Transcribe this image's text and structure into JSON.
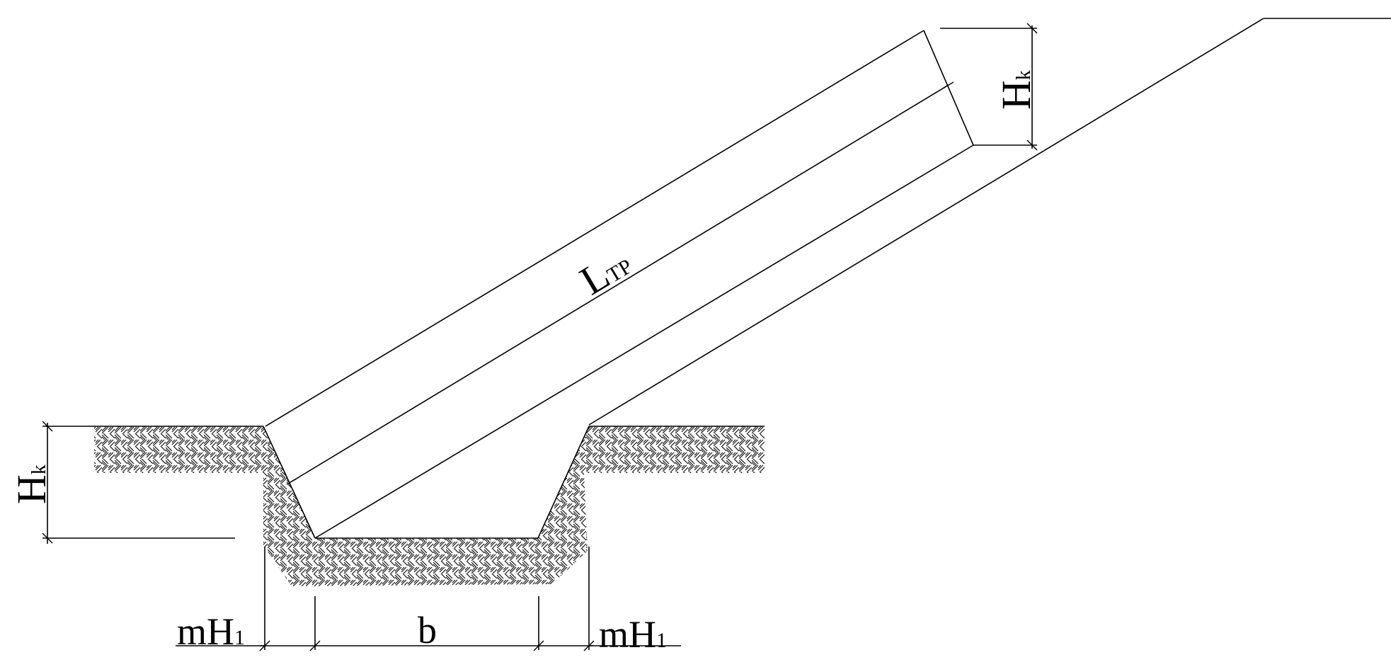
{
  "labels": {
    "ltp_main": "L",
    "ltp_sub": "TP",
    "hk_right_main": "H",
    "hk_right_sub": "k",
    "hk_left_main": "H",
    "hk_left_sub": "k",
    "mh1_left_main": "mH",
    "mh1_left_sub": "1",
    "b": "b",
    "mh1_right_main": "mH",
    "mh1_right_sub": "1"
  }
}
